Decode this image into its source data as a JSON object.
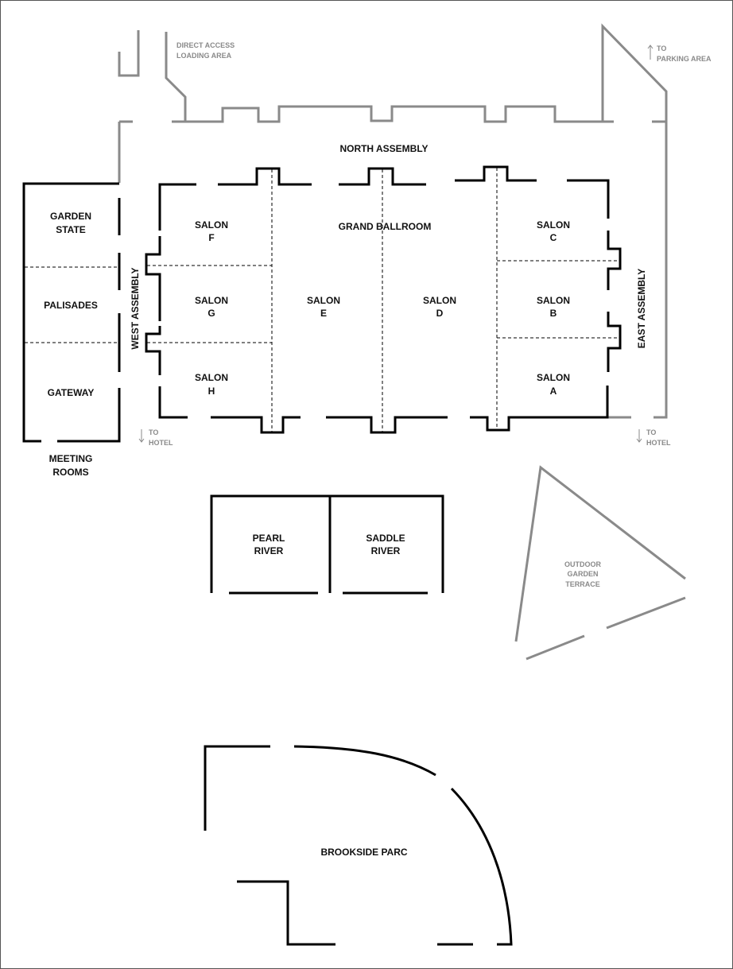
{
  "labels": {
    "direct_access_1": "DIRECT ACCESS",
    "direct_access_2": "LOADING AREA",
    "to_parking_1": "TO",
    "to_parking_2": "PARKING AREA",
    "north_assembly": "NORTH ASSEMBLY",
    "grand_ballroom": "GRAND BALLROOM",
    "west_assembly": "WEST ASSEMBLY",
    "east_assembly": "EAST ASSEMBLY",
    "salon": "SALON",
    "salon_f": "F",
    "salon_g": "G",
    "salon_h": "H",
    "salon_e": "E",
    "salon_d": "D",
    "salon_c": "C",
    "salon_b": "B",
    "salon_a": "A",
    "garden_state_1": "GARDEN",
    "garden_state_2": "STATE",
    "palisades": "PALISADES",
    "gateway": "GATEWAY",
    "meeting_rooms_1": "MEETING",
    "meeting_rooms_2": "ROOMS",
    "to_hotel_1": "TO",
    "to_hotel_2": "HOTEL",
    "pearl_river_1": "PEARL",
    "pearl_river_2": "RIVER",
    "saddle_river_1": "SADDLE",
    "saddle_river_2": "RIVER",
    "outdoor_1": "OUTDOOR",
    "outdoor_2": "GARDEN",
    "outdoor_3": "TERRACE",
    "brookside_parc": "BROOKSIDE PARC"
  },
  "colors": {
    "wall": "#000000",
    "outline": "#8a8a8a",
    "background": "#ffffff"
  }
}
